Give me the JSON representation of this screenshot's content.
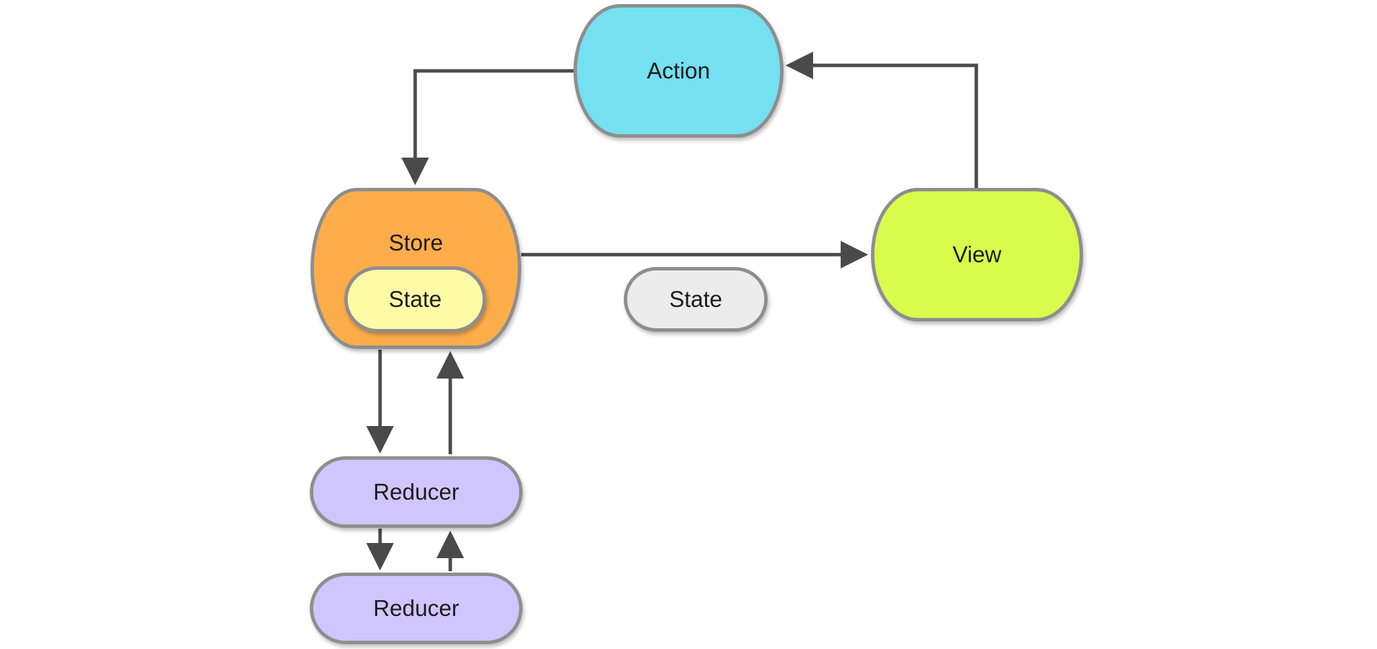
{
  "nodes": {
    "action": {
      "label": "Action",
      "color": "#74e0f0"
    },
    "store": {
      "label": "Store",
      "color": "#ffad4b"
    },
    "store_state": {
      "label": "State",
      "color": "#fefba7"
    },
    "view": {
      "label": "View",
      "color": "#d8fb4c"
    },
    "state_payload": {
      "label": "State",
      "color": "#ececec"
    },
    "reducer_1": {
      "label": "Reducer",
      "color": "#d0c6ff"
    },
    "reducer_2": {
      "label": "Reducer",
      "color": "#d0c6ff"
    }
  },
  "colors": {
    "border": "#8e8e8e",
    "arrow": "#4a4a4a"
  },
  "edges": [
    {
      "from": "action",
      "to": "store"
    },
    {
      "from": "view",
      "to": "action"
    },
    {
      "from": "store",
      "to": "view"
    },
    {
      "from": "store",
      "to": "reducer_1"
    },
    {
      "from": "reducer_1",
      "to": "store"
    },
    {
      "from": "reducer_1",
      "to": "reducer_2"
    },
    {
      "from": "reducer_2",
      "to": "reducer_1"
    }
  ]
}
